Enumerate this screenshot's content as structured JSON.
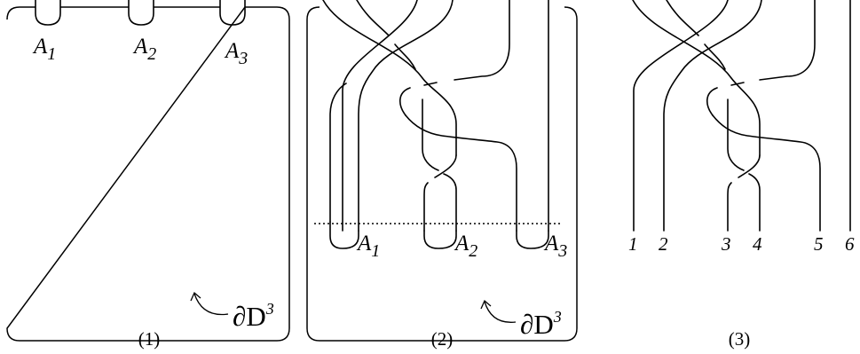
{
  "panel1": {
    "caption": "(1)",
    "arc_labels": [
      {
        "base": "A",
        "sub": "1"
      },
      {
        "base": "A",
        "sub": "2"
      },
      {
        "base": "A",
        "sub": "3"
      }
    ],
    "boundary": {
      "base": "∂D",
      "sup": "3"
    }
  },
  "panel2": {
    "caption": "(2)",
    "arc_labels": [
      {
        "base": "A",
        "sub": "1"
      },
      {
        "base": "A",
        "sub": "2"
      },
      {
        "base": "A",
        "sub": "3"
      }
    ],
    "boundary": {
      "base": "∂D",
      "sup": "3"
    }
  },
  "panel3": {
    "caption": "(3)",
    "strand_labels": [
      "1",
      "2",
      "3",
      "4",
      "5",
      "6"
    ]
  }
}
